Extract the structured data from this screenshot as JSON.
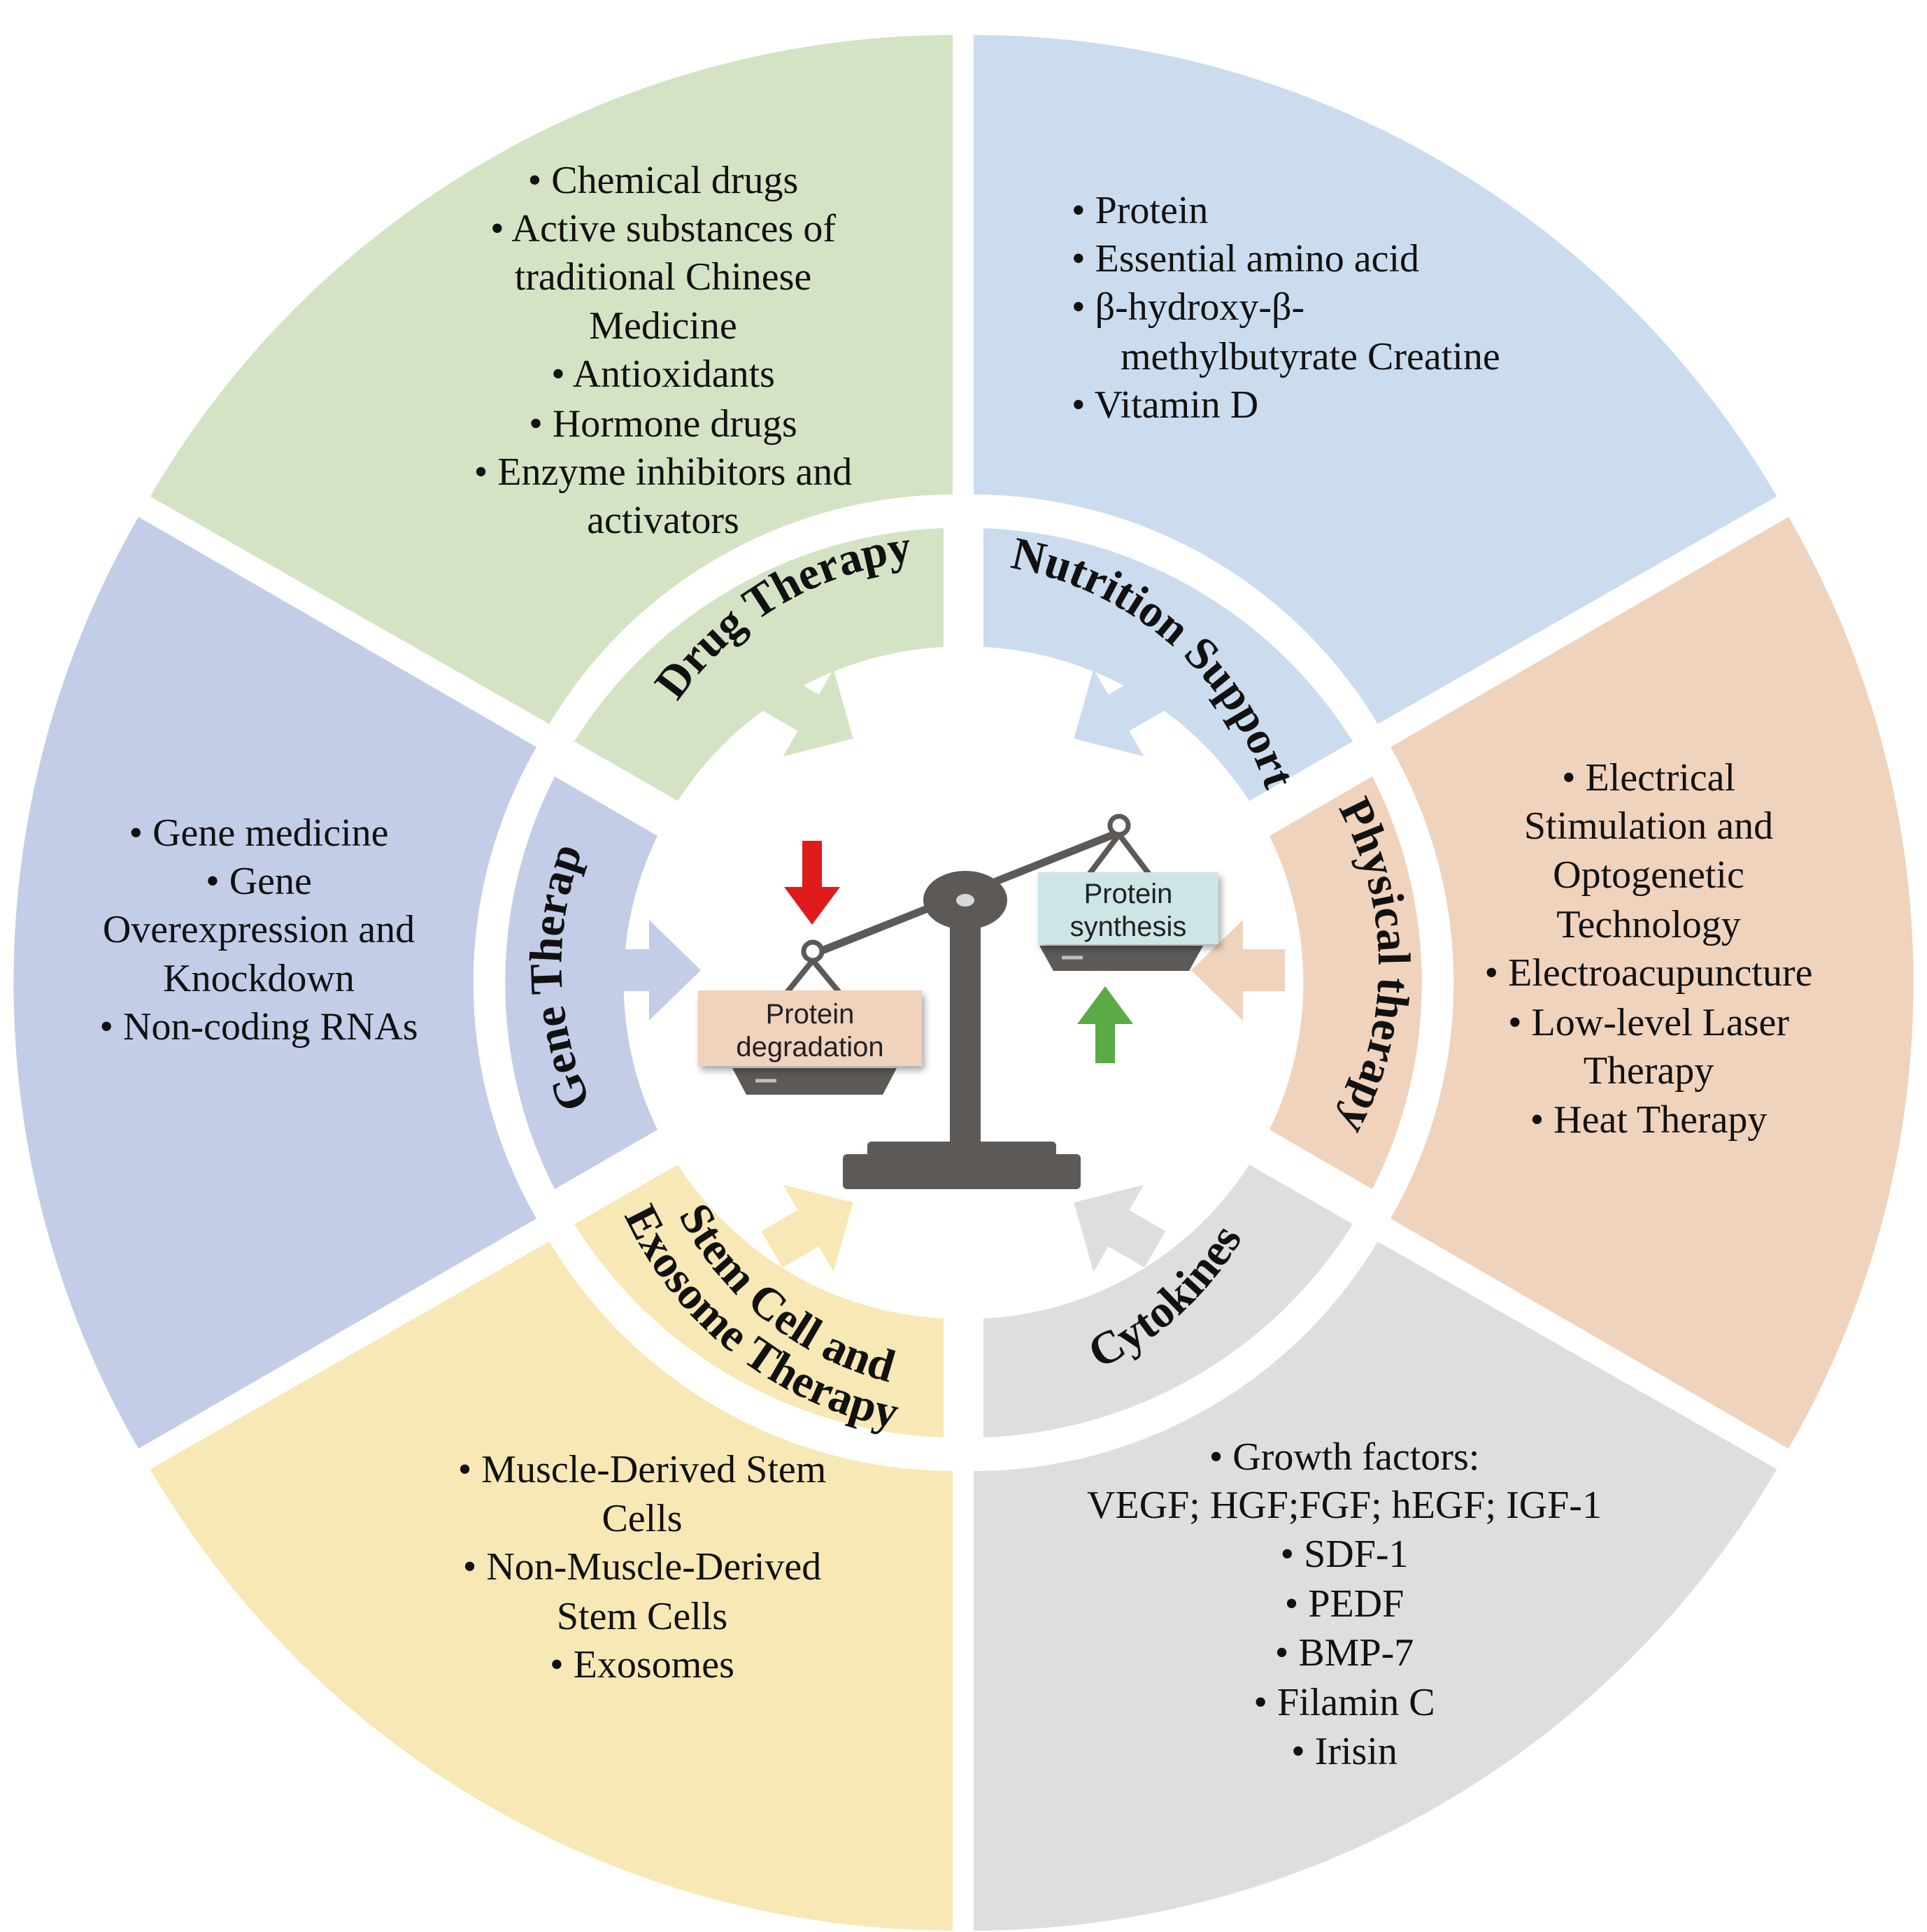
{
  "colors": {
    "drug": "#d5e3c5",
    "nutrition": "#ccdcef",
    "physical": "#f0d3bd",
    "cytokines": "#dedede",
    "stem": "#f7e8b6",
    "gene": "#c3cde8",
    "scale_metal": "#5c5957",
    "down_arrow": "#e01b1b",
    "up_arrow": "#5aaa46",
    "degradation_box": "#f0d3bd",
    "synthesis_box": "#cde5e6"
  },
  "sectors": {
    "drug": {
      "label": "Drug Therapy",
      "items": [
        "•  Chemical drugs",
        "•  Active substances of",
        "traditional Chinese",
        "Medicine",
        "•  Antioxidants",
        "•  Hormone drugs",
        "•  Enzyme inhibitors and",
        "activators"
      ]
    },
    "nutrition": {
      "label": "Nutrition Support",
      "items": [
        "•   Protein",
        "•   Essential amino acid",
        "•   β-hydroxy-β-",
        "methylbutyrate Creatine",
        "•   Vitamin D"
      ]
    },
    "physical": {
      "label": "Physical therapy",
      "items": [
        "•  Electrical",
        "Stimulation and",
        "Optogenetic",
        "Technology",
        "•  Electroacupuncture",
        "•  Low-level Laser",
        "Therapy",
        "•  Heat Therapy"
      ]
    },
    "cytokines": {
      "label": "Cytokines",
      "items": [
        "•  Growth factors:",
        "VEGF; HGF;FGF; hEGF; IGF-1",
        "•  SDF-1",
        "•  PEDF",
        "•  BMP-7",
        "•  Filamin C",
        "•  Irisin"
      ]
    },
    "stem": {
      "label_line1": "Stem Cell and",
      "label_line2": "Exosome Therapy",
      "items": [
        "•  Muscle-Derived Stem",
        "Cells",
        "•  Non-Muscle-Derived",
        "Stem Cells",
        "•  Exosomes"
      ]
    },
    "gene": {
      "label": "Gene Therapy",
      "items": [
        "•  Gene medicine",
        "•  Gene",
        "Overexpression and",
        "Knockdown",
        "•  Non-coding RNAs"
      ]
    }
  },
  "center": {
    "degradation_line1": "Protein",
    "degradation_line2": "degradation",
    "synthesis_line1": "Protein",
    "synthesis_line2": "synthesis"
  }
}
